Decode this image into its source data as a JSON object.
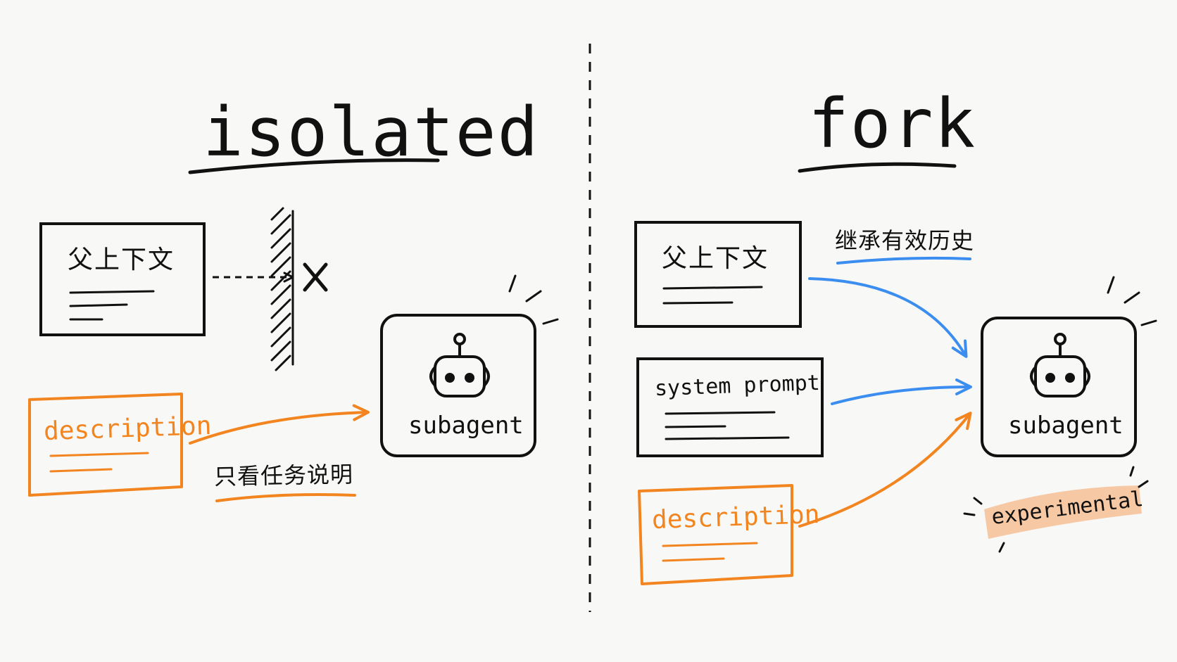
{
  "colors": {
    "ink": "#111111",
    "orange": "#f2851f",
    "blue": "#3b8ef0",
    "highlight": "#f6c9a4"
  },
  "isolated": {
    "title": "isolated",
    "parent_context": "父上下文",
    "description": "description",
    "note": "只看任务说明",
    "agent": {
      "label": "subagent",
      "icon": "robot-icon"
    }
  },
  "fork": {
    "title": "fork",
    "parent_context": "父上下文",
    "system_prompt": "system prompt",
    "description": "description",
    "inherit_note": "继承有效历史",
    "agent": {
      "label": "subagent",
      "icon": "robot-icon"
    },
    "badge": "experimental"
  }
}
